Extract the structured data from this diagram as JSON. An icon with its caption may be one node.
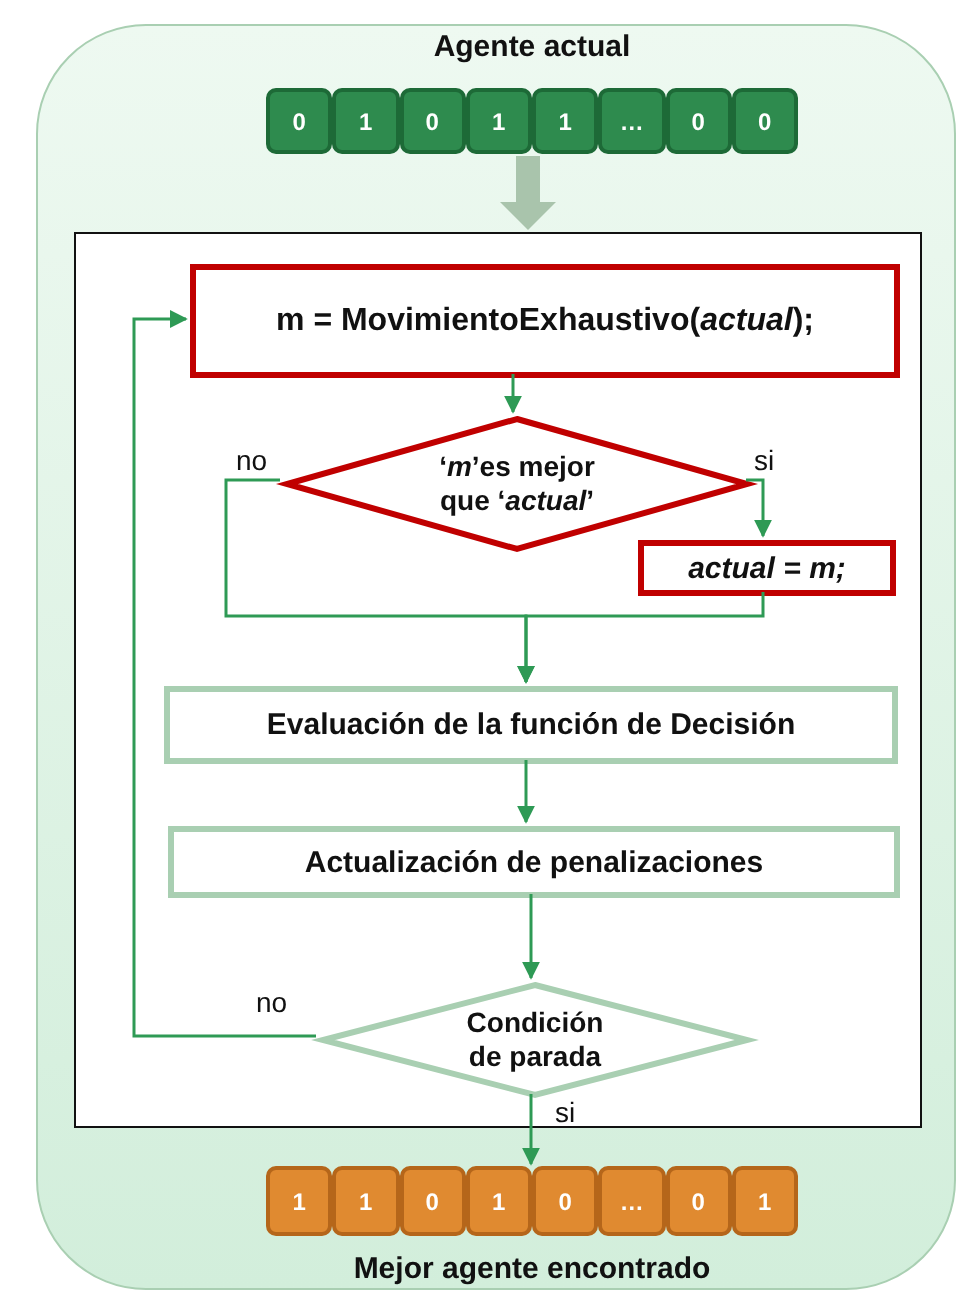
{
  "diagram": {
    "nodes": [
      {
        "text": [],
        "shape": "box"
      },
      {
        "text": [
          "Agente actual"
        ],
        "in": 0
      },
      {
        "text": [
          "0"
        ],
        "in": 1
      },
      {
        "text": [
          "1"
        ],
        "in": 1
      },
      {
        "text": [
          "0"
        ],
        "in": 1
      },
      {
        "text": [
          "1"
        ],
        "in": 1
      },
      {
        "text": [
          "1"
        ],
        "in": 1
      },
      {
        "text": [
          "…"
        ],
        "in": 1
      },
      {
        "text": [
          "0"
        ],
        "in": 1
      },
      {
        "text": [
          "0"
        ],
        "in": 1
      },
      {
        "text": [],
        "shape": "box",
        "in": 0
      },
      {
        "text": [
          "m = MovimientoExhaustivo(*actual*);"
        ],
        "in": 10
      },
      {
        "text": [
          "‘*m*’es mejor que ‘*actual*’"
        ],
        "in": 10
      },
      {
        "text": [
          "*actual* = *m*;"
        ],
        "in": 10
      },
      {
        "text": [
          "Evaluación de la función de Decisión"
        ],
        "in": 10
      },
      {
        "text": [
          "Actualización de penalizaciones"
        ],
        "in": 10
      },
      {
        "text": [
          "Condición de parada"
        ],
        "in": 10
      },
      {
        "text": [
          "Mejor agente encontrado"
        ],
        "in": 0
      },
      {
        "text": [
          "1"
        ],
        "in": 17
      },
      {
        "text": [
          "1"
        ],
        "in": 17
      },
      {
        "text": [
          "0"
        ],
        "in": 17
      },
      {
        "text": [
          "1"
        ],
        "in": 17
      },
      {
        "text": [
          "0"
        ],
        "in": 17
      },
      {
        "text": [
          "…"
        ],
        "in": 17
      },
      {
        "text": [
          "0"
        ],
        "in": 17
      },
      {
        "text": [
          "1"
        ],
        "in": 17
      }
    ],
    "edges": [
      {
        "from": 1,
        "to": 10,
        "arrow": "to",
        "style": "thick",
        "color": "#a9c4ac"
      },
      {
        "from": 11,
        "to": 12,
        "arrow": "to"
      },
      {
        "from": 12,
        "to": 13,
        "arrow": "to",
        "label": "si"
      },
      {
        "from": 12,
        "to": 14,
        "arrow": "to",
        "label": "no"
      },
      {
        "from": 13,
        "to": 14,
        "arrow": "to"
      },
      {
        "from": 14,
        "to": 15,
        "arrow": "to"
      },
      {
        "from": 15,
        "to": 16,
        "arrow": "to"
      },
      {
        "from": 16,
        "to": 11,
        "arrow": "to",
        "label": "no"
      },
      {
        "from": 16,
        "to": 17,
        "arrow": "to",
        "label": "si"
      }
    ]
  }
}
